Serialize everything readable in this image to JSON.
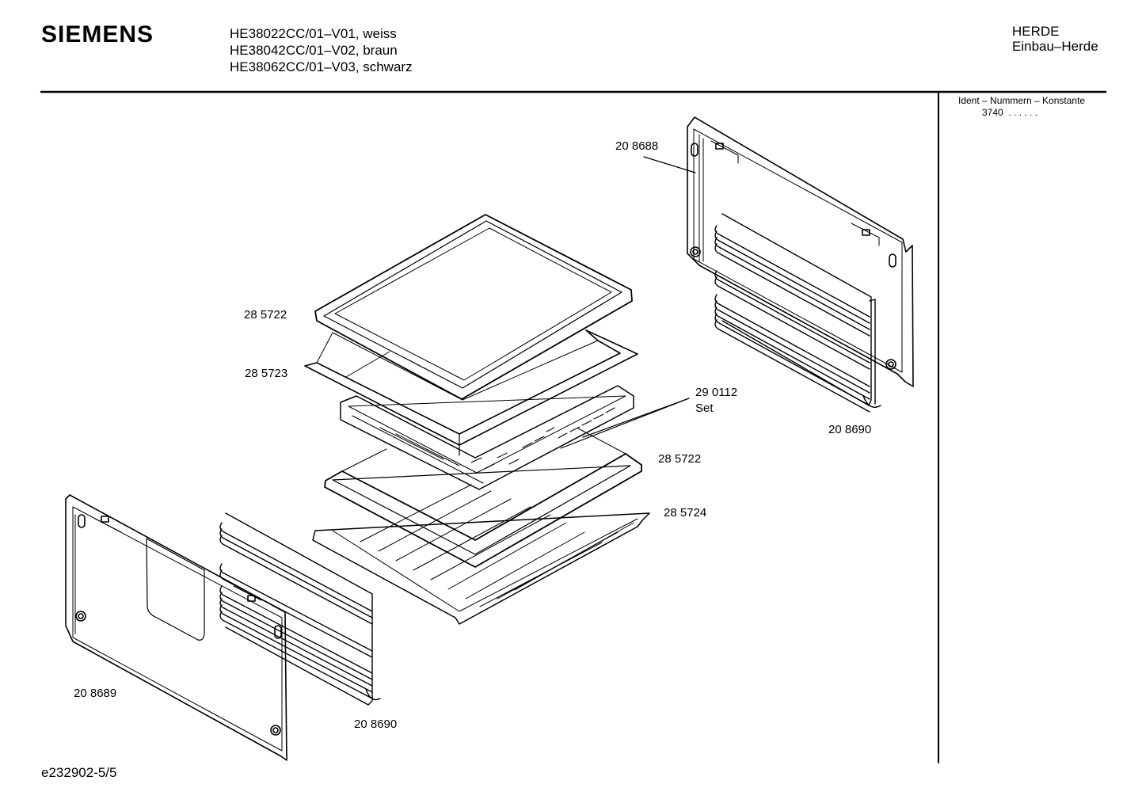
{
  "header": {
    "brand": "SIEMENS",
    "models": [
      "HE38022CC/01–V01, weiss",
      "HE38042CC/01–V02, braun",
      "HE38062CC/01–V03, schwarz"
    ],
    "category": [
      "HERDE",
      "Einbau–Herde"
    ]
  },
  "ident": {
    "title": "Ident – Nummern – Konstante",
    "value": "3740",
    "dots": ". .  . . . ."
  },
  "footer": {
    "diagram_id": "e232902-5/5"
  },
  "parts": {
    "p208688": "20 8688",
    "p285722_top": "28 5722",
    "p285723": "28 5723",
    "p290112": "29 0112",
    "p290112_set": "Set",
    "p208690_right": "20 8690",
    "p285722_mid": "28 5722",
    "p285724": "28 5724",
    "p208689": "20 8689",
    "p208690_left": "20 8690"
  }
}
